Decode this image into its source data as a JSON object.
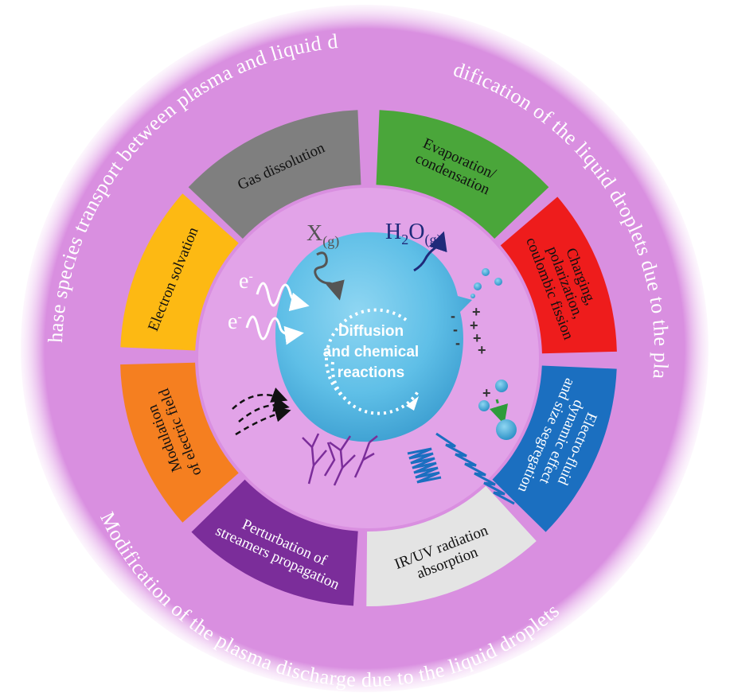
{
  "colors": {
    "outer_ring": "#d98fe0",
    "inner_disc": "#e2a3e8",
    "droplet": "#6cc6ea",
    "segments": {
      "gas_dissolution": "#7f7f7f",
      "evaporation": "#4aa63a",
      "charging": "#ee1c1c",
      "electro_fluid": "#1b6fc0",
      "ir_uv": "#e4e4e4",
      "perturbation": "#7b2d9a",
      "modulation": "#f57f20",
      "electron_solvation": "#fdb913"
    }
  },
  "outer_arcs": {
    "top_left": "Multiphase species transport between plasma and liquid droplets",
    "right": "Modification of the liquid droplets due to the plasma",
    "bottom_left": "Modification of the plasma discharge due to the liquid droplets"
  },
  "segments": {
    "gas_dissolution": "Gas dissolution",
    "evaporation": [
      "Evaporation/",
      "condensation"
    ],
    "charging": [
      "Charging,",
      "polarization,",
      "coulombic fission"
    ],
    "electro_fluid": [
      "Electro-fluid",
      "dynamic effect",
      "and size segregation"
    ],
    "ir_uv": [
      "IR/UV radiation",
      "absorption"
    ],
    "perturbation": [
      "Perturbation of",
      "streamers propagation"
    ],
    "modulation": [
      "Modulation",
      "of electric field"
    ],
    "electron_solvation": "Electron solvation"
  },
  "center": {
    "line1": "Diffusion",
    "line2": "and chemical",
    "line3": "reactions"
  },
  "species": {
    "x_gas_main": "X",
    "x_gas_sub": "(g)",
    "h2o_main1": "H",
    "h2o_sub2": "2",
    "h2o_main2": "O",
    "h2o_sub_g": "(g)",
    "electron": "e",
    "electron_sup": "-",
    "plus": "+",
    "minus": "-"
  }
}
